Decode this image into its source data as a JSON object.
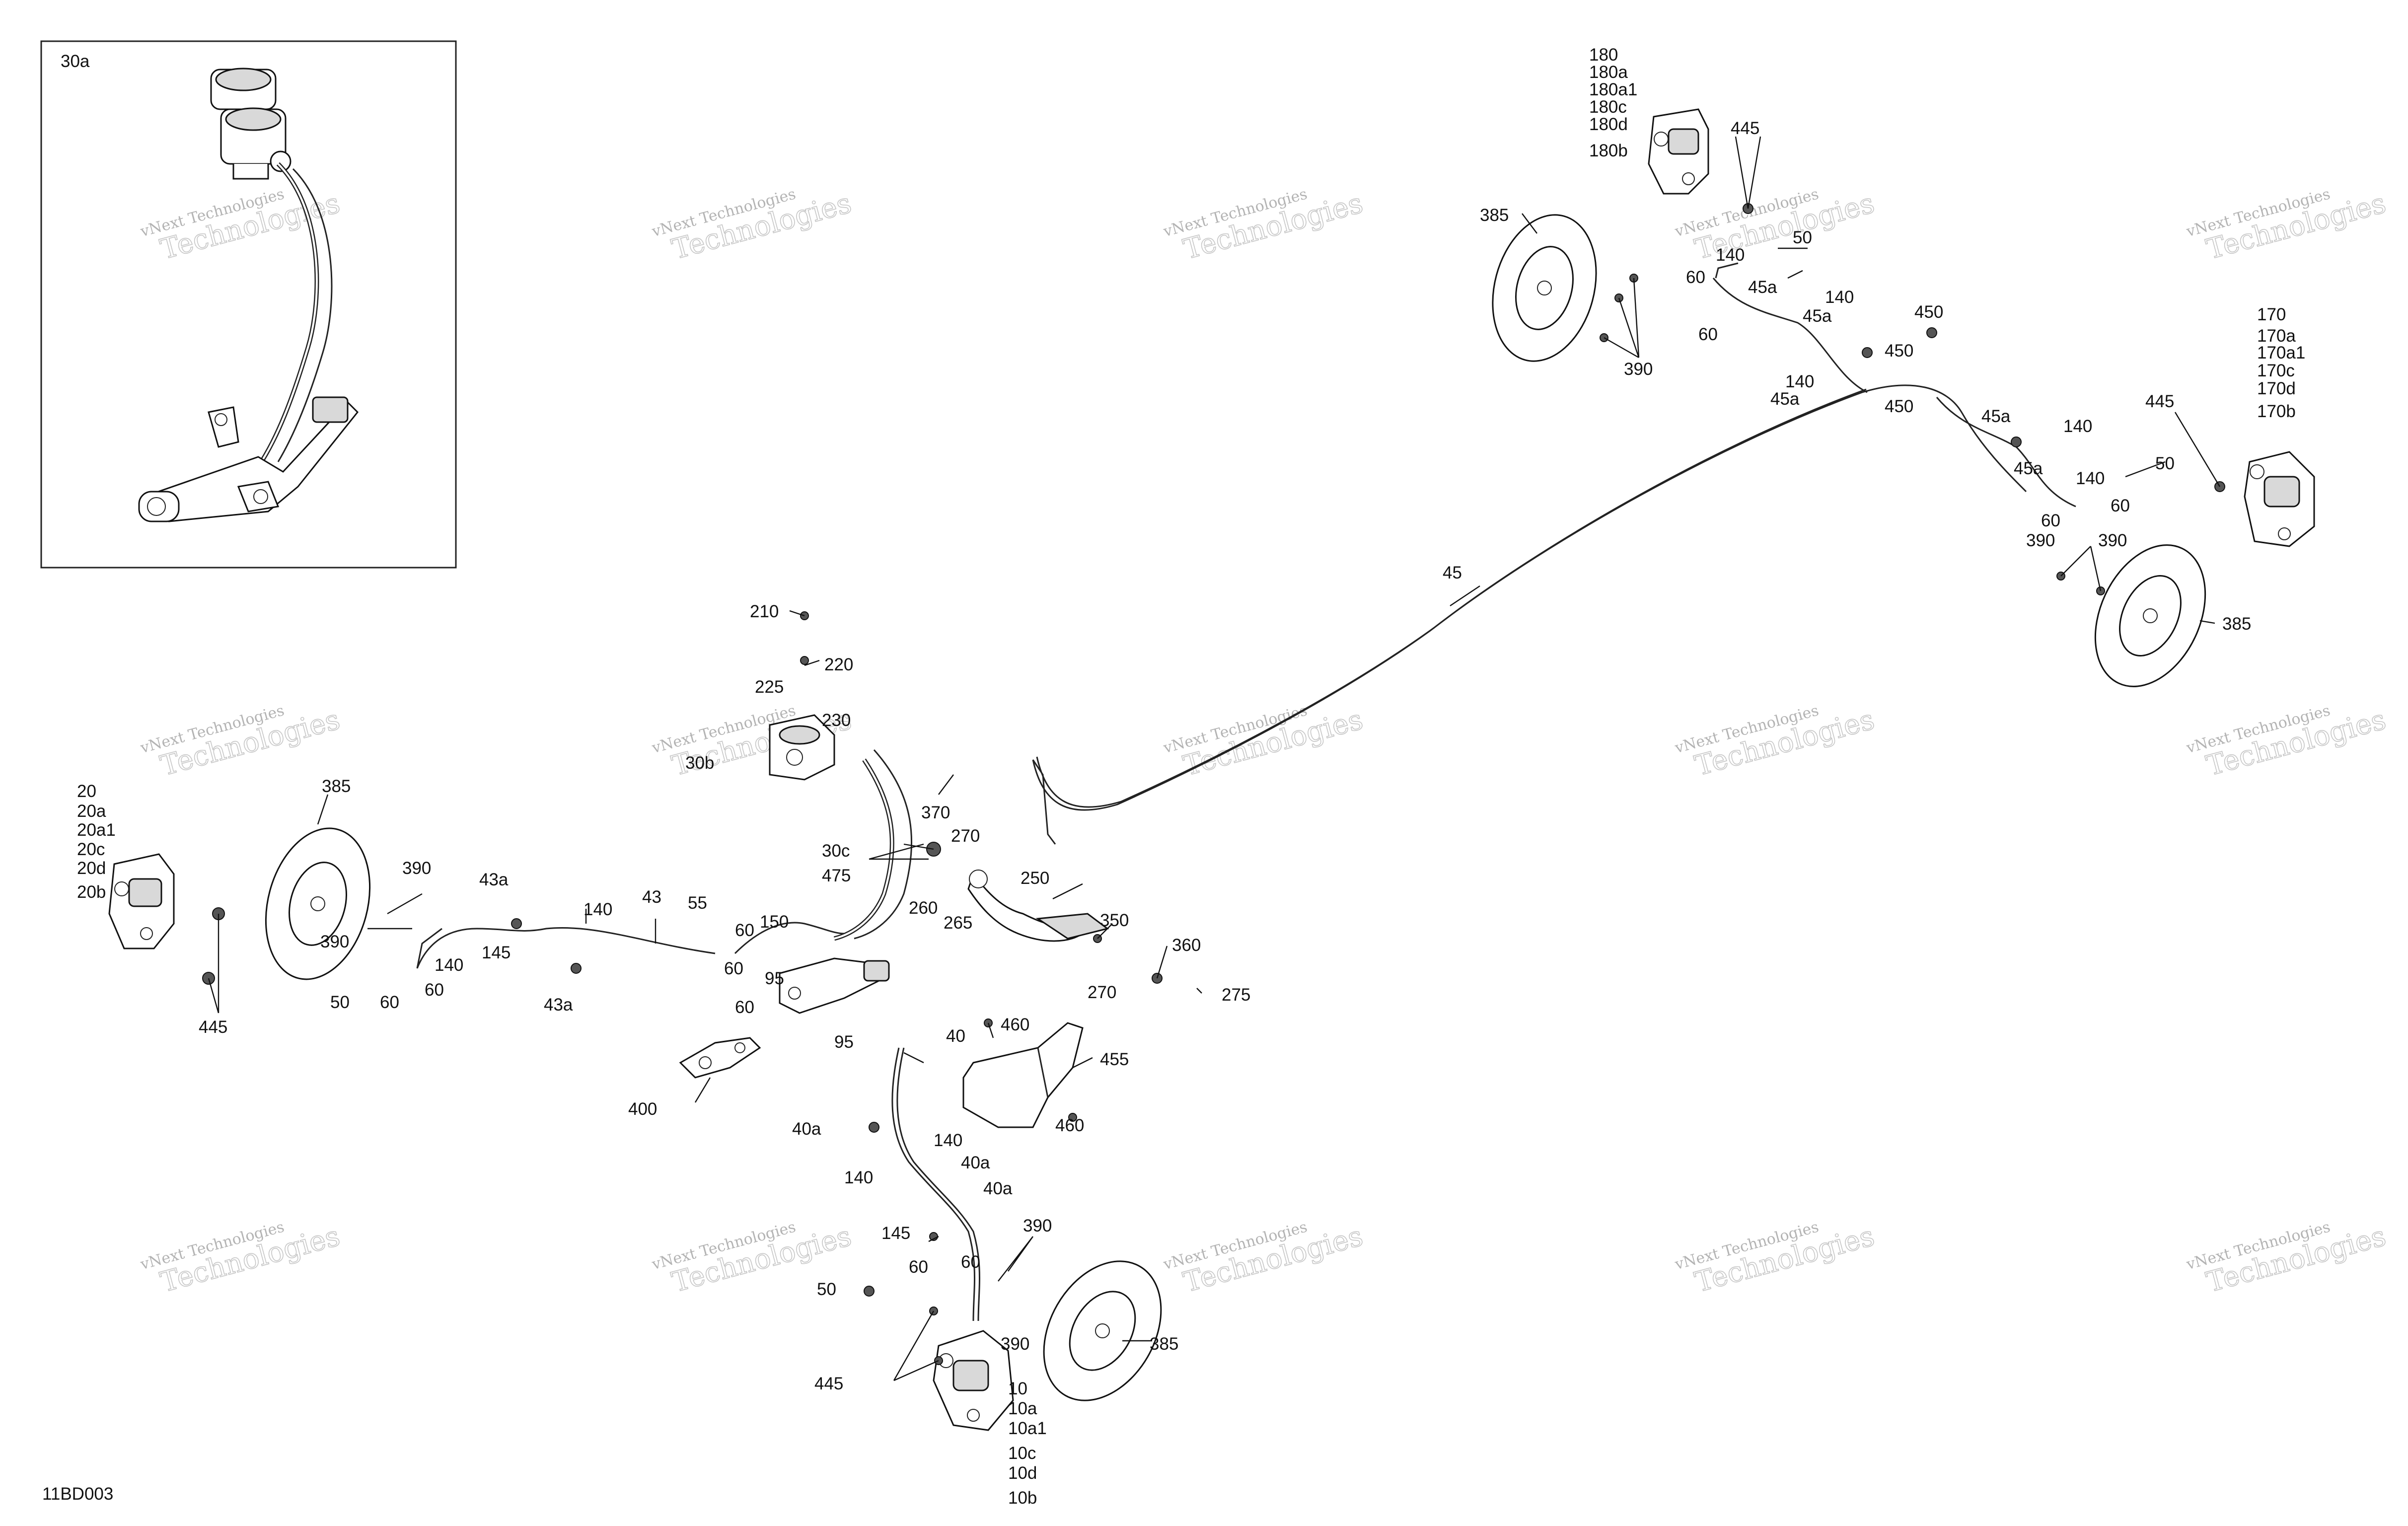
{
  "diagram_code": "11BD003",
  "inset_label": "30a",
  "watermark": {
    "line1": "vNext Technologies",
    "line2": "Technologies"
  },
  "callouts": {
    "c180": "180",
    "c180a": "180a",
    "c180a1": "180a1",
    "c180c": "180c",
    "c180d": "180d",
    "c180b": "180b",
    "c445_tr": "445",
    "c385_tl": "385",
    "c140_a": "140",
    "c50_a": "50",
    "c60_a": "60",
    "c45a_a": "45a",
    "c140_b": "140",
    "c45a_b": "45a",
    "c60_b": "60",
    "c390_a": "390",
    "c450_a": "450",
    "c450_b": "450",
    "c140_c": "140",
    "c45a_c": "45a",
    "c450_c": "450",
    "c45a_d": "45a",
    "c140_d": "140",
    "c170": "170",
    "c170a": "170a",
    "c170a1": "170a1",
    "c170c": "170c",
    "c170d": "170d",
    "c170b": "170b",
    "c445_r": "445",
    "c45a_e": "45a",
    "c140_e": "140",
    "c50_b": "50",
    "c60_c": "60",
    "c60_d": "60",
    "c390_b": "390",
    "c390_c": "390",
    "c385_r": "385",
    "c45": "45",
    "c210": "210",
    "c220": "220",
    "c225": "225",
    "c230": "230",
    "c30b": "30b",
    "c20": "20",
    "c20a": "20a",
    "c20a1": "20a1",
    "c20c": "20c",
    "c20d": "20d",
    "c20b": "20b",
    "c385_l": "385",
    "c390_d": "390",
    "c390_e": "390",
    "c43a_a": "43a",
    "c140_f": "140",
    "c43": "43",
    "c55": "55",
    "c60_e": "60",
    "c150": "150",
    "c145_a": "145",
    "c140_g": "140",
    "c50_c": "50",
    "c60_f": "60",
    "c60_g": "60",
    "c445_l": "445",
    "c43a_b": "43a",
    "c60_h": "60",
    "c95_a": "95",
    "c60_i": "60",
    "c95_b": "95",
    "c370": "370",
    "c270_a": "270",
    "c30c": "30c",
    "c475": "475",
    "c250": "250",
    "c260": "260",
    "c265": "265",
    "c350": "350",
    "c360": "360",
    "c270_b": "270",
    "c275": "275",
    "c40": "40",
    "c460_a": "460",
    "c455": "455",
    "c460_b": "460",
    "c400": "400",
    "c40a_a": "40a",
    "c140_h": "140",
    "c40a_b": "40a",
    "c140_i": "140",
    "c40a_c": "40a",
    "c145_b": "145",
    "c390_f": "390",
    "c60_j": "60",
    "c60_k": "60",
    "c50_d": "50",
    "c390_g": "390",
    "c385_b": "385",
    "c445_b": "445",
    "c10": "10",
    "c10a": "10a",
    "c10a1": "10a1",
    "c10c": "10c",
    "c10d": "10d",
    "c10b": "10b"
  }
}
